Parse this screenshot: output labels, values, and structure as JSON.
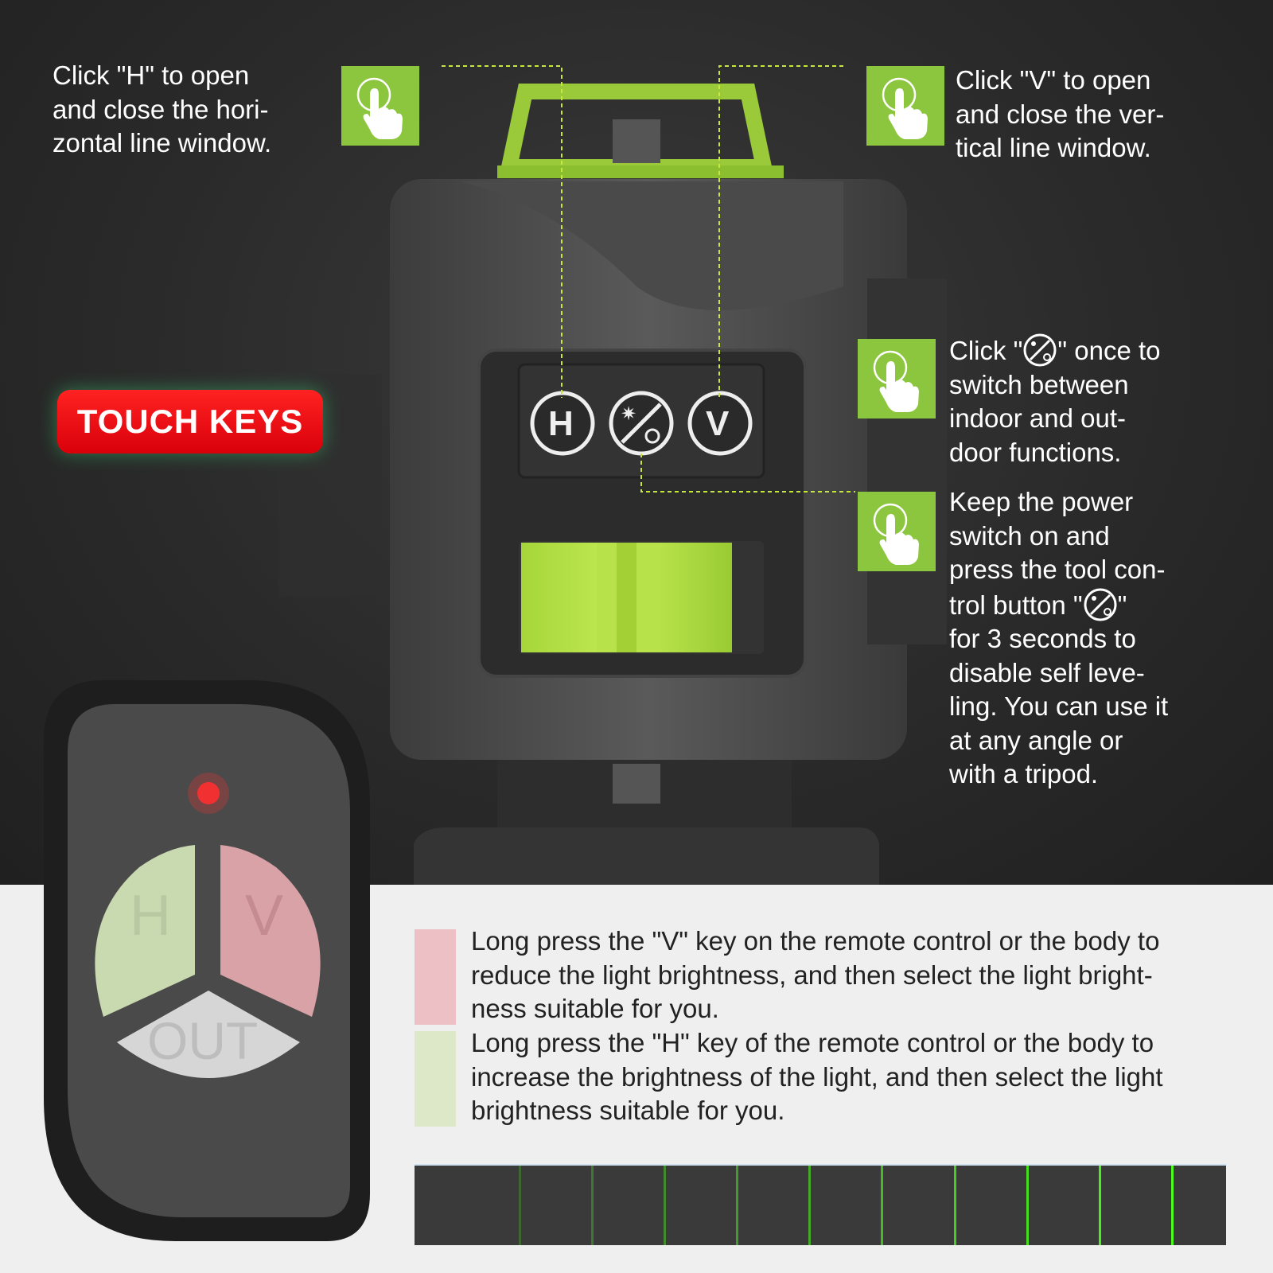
{
  "callouts": {
    "h_key": {
      "lines": [
        "Click \"H\" to open",
        "and close the hori-",
        "zontal line window."
      ]
    },
    "v_key": {
      "lines": [
        "Click \"V\" to open",
        "and close the ver-",
        "tical line window."
      ]
    },
    "mode_key": {
      "line1_before": "Click \"",
      "line1_after": "\" once to",
      "lines": [
        "switch between",
        "indoor and out-",
        "door functions."
      ]
    },
    "power_key": {
      "lines_before": [
        "Keep the power",
        "switch on and",
        "press the tool con-"
      ],
      "icon_line_before": "trol button \"",
      "icon_line_after": "\"",
      "lines_after": [
        "for 3 seconds to",
        "disable self leve-",
        "ling. You can use it",
        "at any angle or",
        "with a tripod."
      ]
    }
  },
  "badge": {
    "label": "TOUCH KEYS"
  },
  "device": {
    "keys": [
      "H",
      "V"
    ]
  },
  "remote": {
    "buttons": {
      "h": "H",
      "v": "V",
      "out": "OUT"
    }
  },
  "descriptions": [
    {
      "color": "#ecc0c4",
      "lines": [
        "Long press the \"V\" key on the remote control or the body to",
        "reduce the light brightness, and then select the light bright-",
        "ness suitable for you."
      ]
    },
    {
      "color": "#dde8c8",
      "lines": [
        "Long press the \"H\" key of the remote control or the body to",
        "increase the brightness of the light, and then select the light",
        "brightness suitable for you."
      ]
    }
  ],
  "colors": {
    "accent_green": "#8cc63f",
    "badge_red": "#e8000f",
    "laser_green": "#4cff1a"
  },
  "brightness_levels": 11
}
